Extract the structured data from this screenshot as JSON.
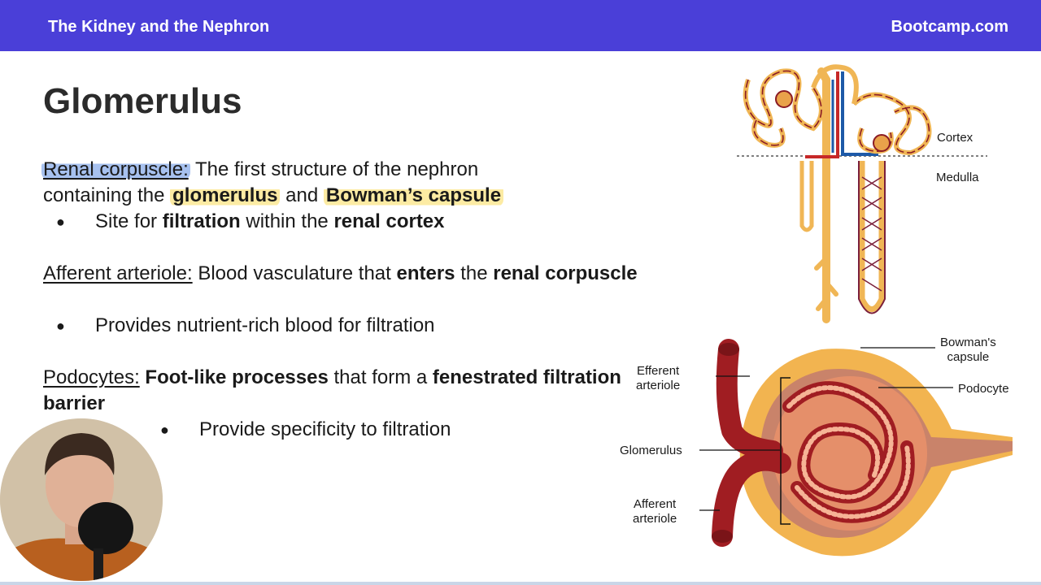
{
  "header": {
    "topic": "The Kidney and the Nephron",
    "brand": "Bootcamp.com"
  },
  "slide": {
    "title": "Glomerulus",
    "sections": [
      {
        "term": "Renal corpuscle:",
        "line1_rest": " The first structure of the nephron",
        "line2_pre": "containing the ",
        "bold1": "glomerulus",
        "mid": " and ",
        "bold2": "Bowman’s capsule",
        "bullet": {
          "pre": "Site for ",
          "bold1": "filtration",
          "mid": " within the ",
          "bold2": "renal cortex"
        }
      },
      {
        "term": "Afferent arteriole:",
        "line1_rest": " Blood vasculature that ",
        "bold1": "enters",
        "mid": " the ",
        "bold2": "renal corpuscle",
        "bullet": {
          "text": "Provides nutrient-rich blood for filtration"
        }
      },
      {
        "term": "Podocytes:",
        "bold1": "Foot-like processes",
        "mid": " that form a ",
        "bold2": "fenestrated filtration barrier",
        "bullet": {
          "text": "Provide specificity to filtration"
        }
      }
    ]
  },
  "figure_labels": {
    "cortex": "Cortex",
    "medulla": "Medulla",
    "bowmans_capsule_1": "Bowman's",
    "bowmans_capsule_2": "capsule",
    "efferent_1": "Efferent",
    "efferent_2": "arteriole",
    "podocyte": "Podocyte",
    "glomerulus": "Glomerulus",
    "afferent_1": "Afferent",
    "afferent_2": "arteriole"
  },
  "colors": {
    "header_bg": "#4a3fd8",
    "highlight_blue": "#78a0e6",
    "highlight_yellow": "#fce68c",
    "artery_red": "#a01d22",
    "capsule_orange": "#f2b450"
  }
}
